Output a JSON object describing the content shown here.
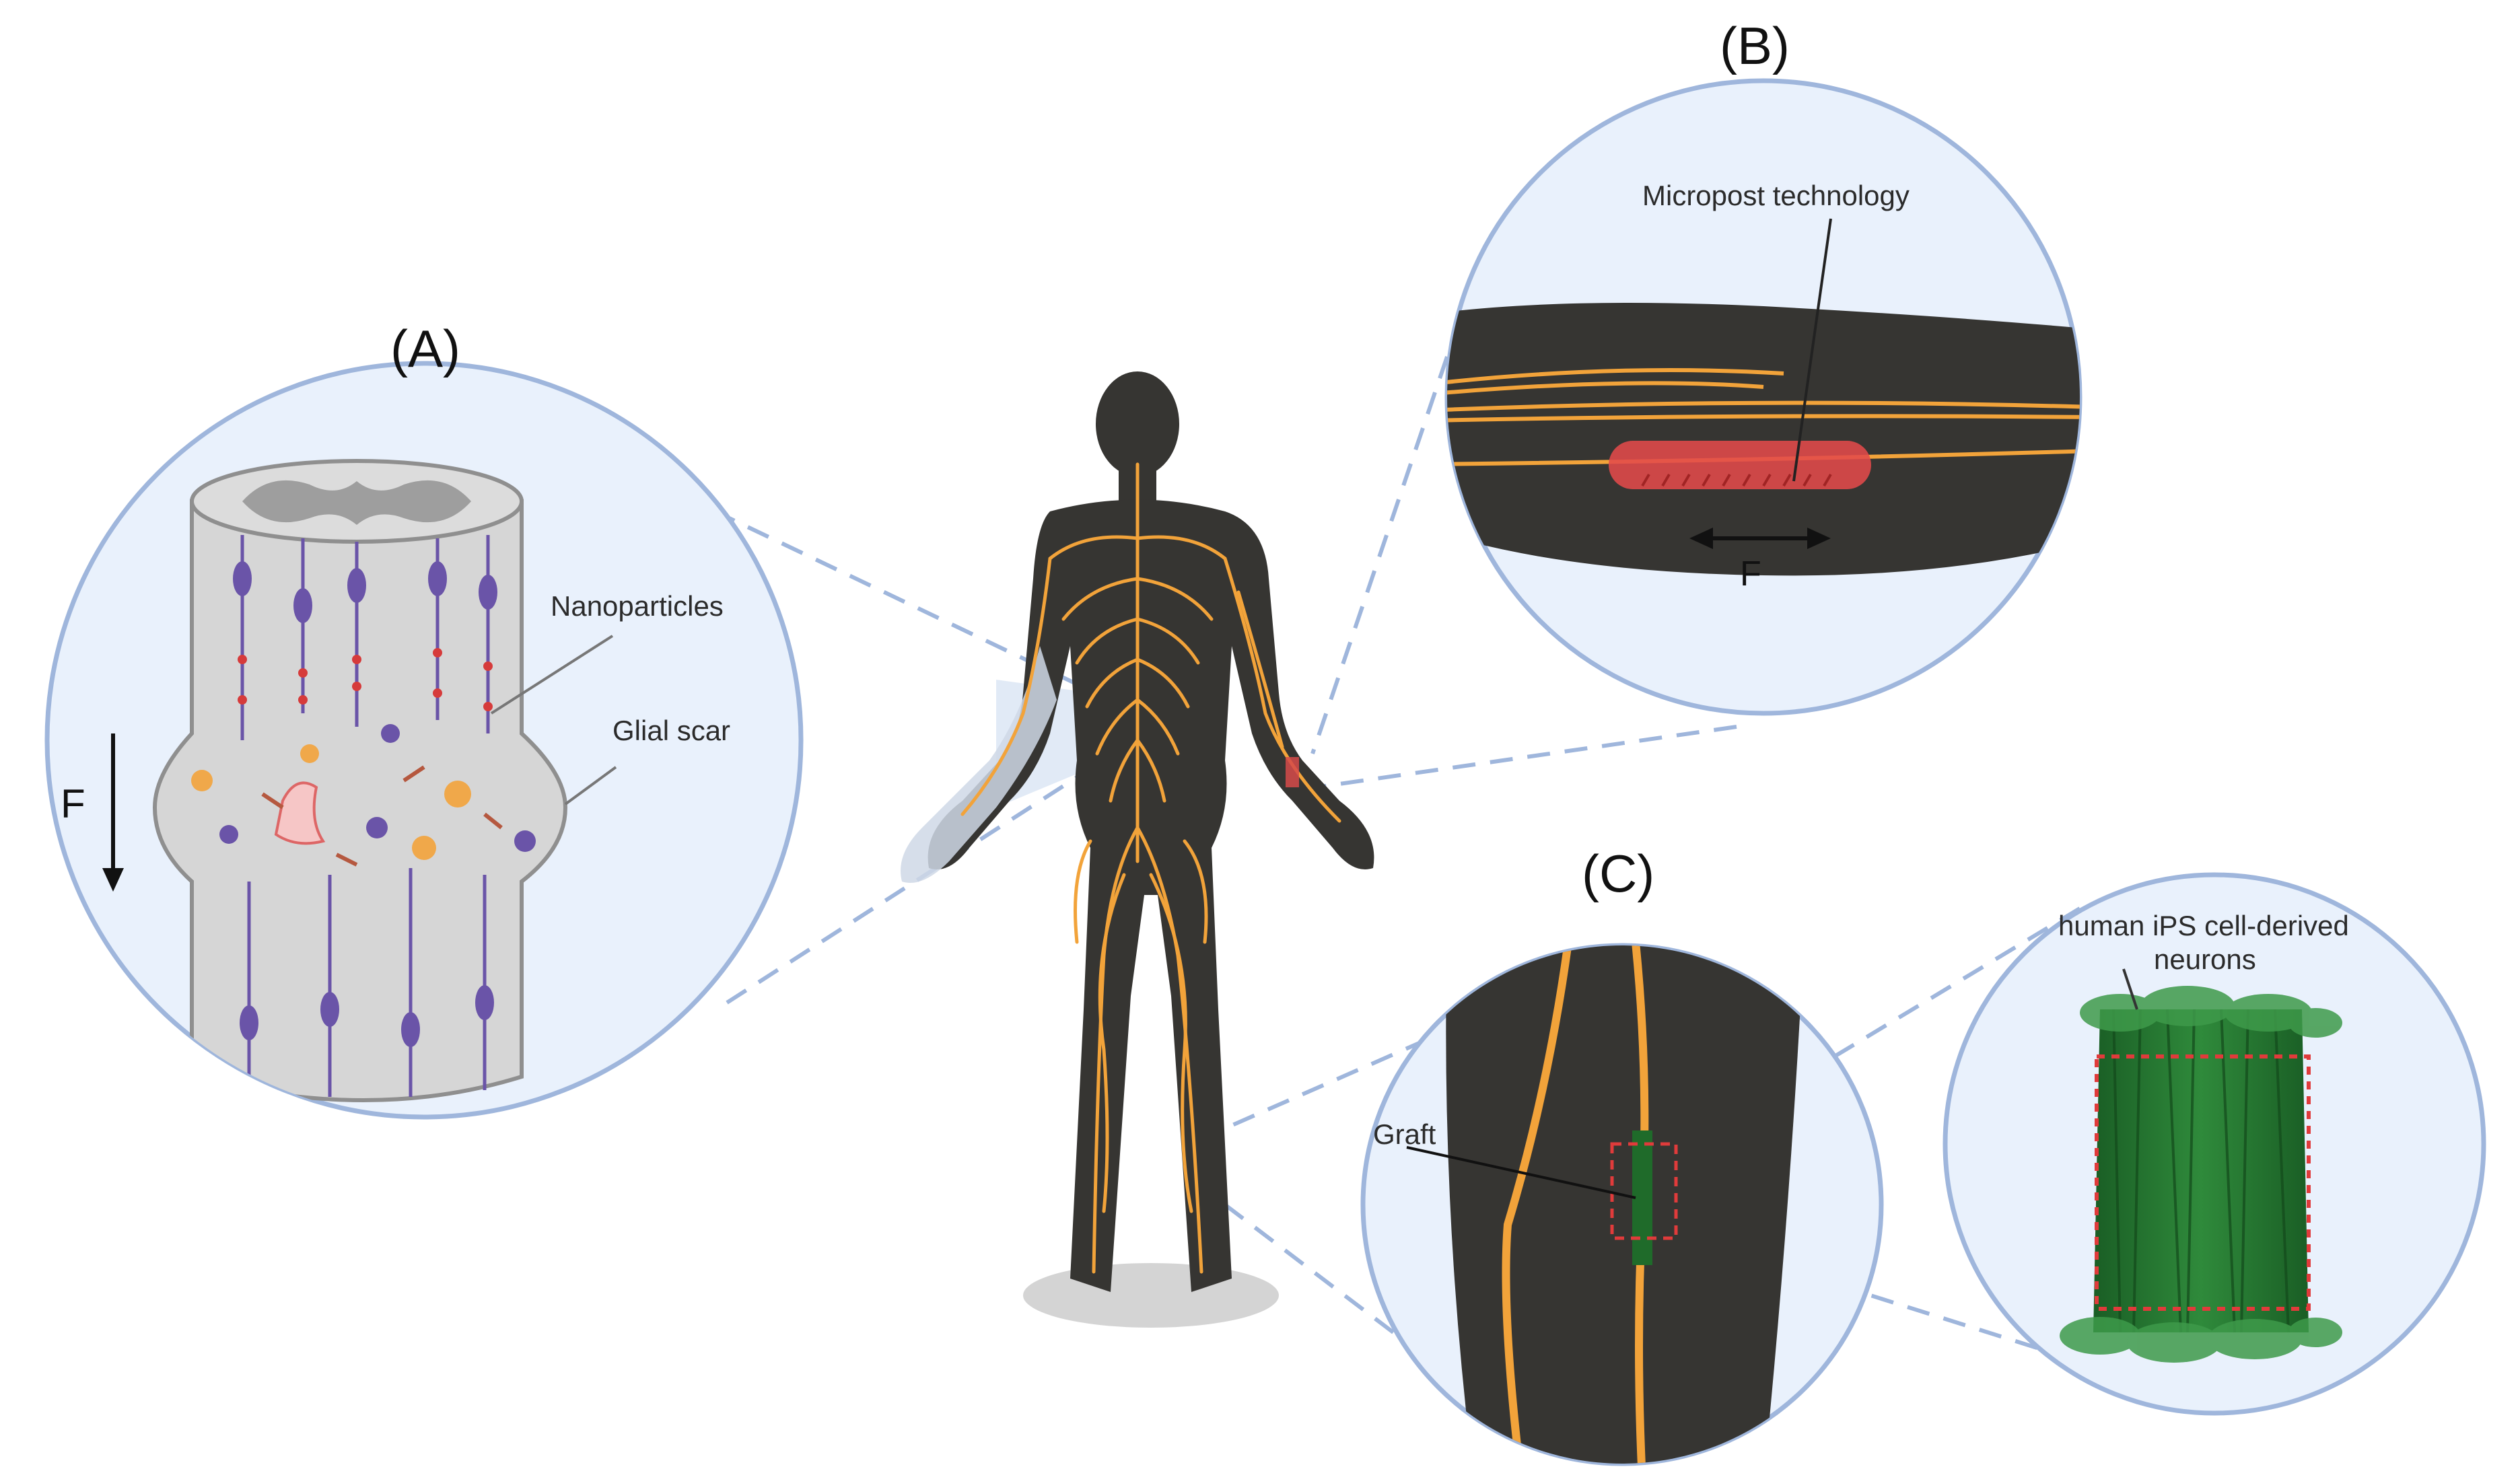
{
  "labels": {
    "panel_a": "(A)",
    "panel_b": "(B)",
    "panel_c": "(C)",
    "nanoparticles": "Nanoparticles",
    "glial_scar": "Glial scar",
    "force_a": "F",
    "micropost": "Micropost technology",
    "force_b": "F",
    "graft": "Graft",
    "ips_line1": "human iPS cell-derived",
    "ips_line2": "neurons"
  },
  "colors": {
    "circle_fill": "#e9f1fc",
    "circle_stroke": "#9fb6dc",
    "body": "#363532",
    "nerve": "#f2a33a",
    "neuron": "#6a54a8",
    "red_marker": "#d63b3b",
    "graft_green": "#1f6b2a"
  },
  "icons": [
    "human-body-icon",
    "spinal-cord-icon",
    "nerve-bundle-icon",
    "micropost-icon",
    "graft-icon",
    "neuron-bundle-icon"
  ]
}
